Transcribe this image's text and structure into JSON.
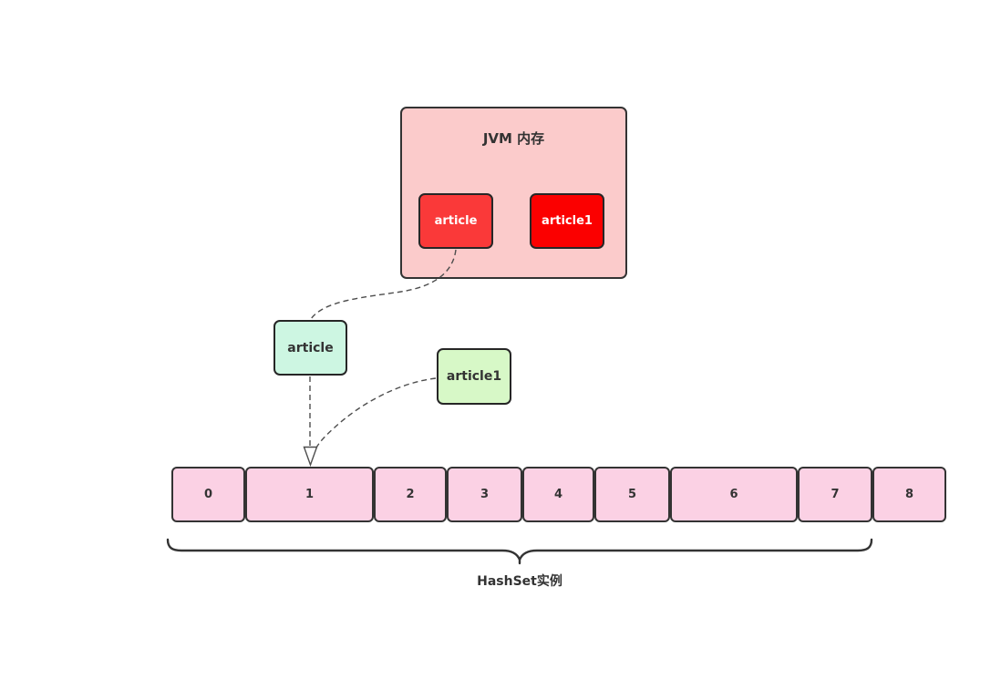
{
  "diagram": {
    "jvm_box": {
      "title": "JVM 内存",
      "heap_objects": [
        {
          "label": "article"
        },
        {
          "label": "article1"
        }
      ]
    },
    "set_elements": [
      {
        "label": "article"
      },
      {
        "label": "article1"
      }
    ],
    "array_cells": [
      {
        "label": "0"
      },
      {
        "label": "1"
      },
      {
        "label": "2"
      },
      {
        "label": "3"
      },
      {
        "label": "4"
      },
      {
        "label": "5"
      },
      {
        "label": "6"
      },
      {
        "label": "7"
      },
      {
        "label": "8"
      }
    ],
    "brace_label": "HashSet实例",
    "colors": {
      "jvm_box_bg": "#fbcbcb",
      "heap_article_bg": "#fa3939",
      "heap_article1_bg": "#fb0000",
      "set_article_bg": "#cdf6e2",
      "set_article1_bg": "#d7f8c7",
      "array_cell_bg": "#fbd1e4",
      "outline": "#333333",
      "connector": "#4d4d4d",
      "text_dark": "#333333",
      "text_light": "#ffffff"
    }
  }
}
